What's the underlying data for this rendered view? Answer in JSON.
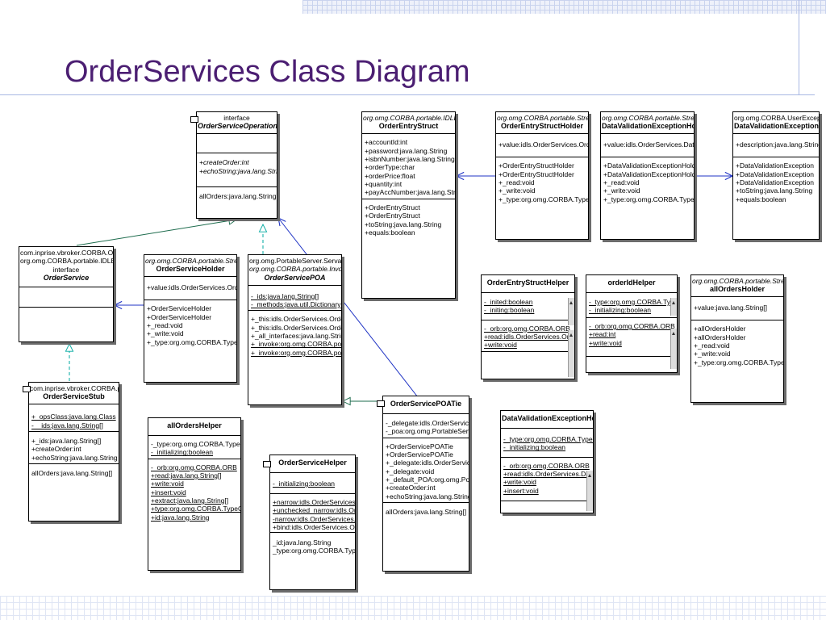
{
  "slide": {
    "title": "OrderServices Class Diagram"
  },
  "classes": {
    "ops": {
      "stereotypes": [
        "interface"
      ],
      "name": "OrderServiceOperations",
      "sections": [
        [],
        [
          "+createOrder:int",
          "+echoString:java.lang.String"
        ],
        [
          "allOrders:java.lang.String[]"
        ]
      ]
    },
    "entry": {
      "stereotypes": [
        "org.omg.CORBA.portable.IDLEntity"
      ],
      "name": "OrderEntryStruct",
      "sections": [
        [
          "+accountId:int",
          "+password:java.lang.String",
          "+isbnNumber:java.lang.String",
          "+orderType:char",
          "+orderPrice:float",
          "+quantity:int",
          "+payAccNumber:java.lang.String"
        ],
        [
          "+OrderEntryStruct",
          "+OrderEntryStruct",
          "+toString:java.lang.String",
          "+equals:boolean"
        ]
      ]
    },
    "entryHolder": {
      "stereotypes": [
        "org.omg.CORBA.portable.Streamable"
      ],
      "name": "OrderEntryStructHolder",
      "sections": [
        [
          "+value:idls.OrderServices.OrderEntryStruct"
        ],
        [
          "+OrderEntryStructHolder",
          "+OrderEntryStructHolder",
          "+_read:void",
          "+_write:void",
          "+_type:org.omg.CORBA.TypeCode"
        ]
      ]
    },
    "dveHolder": {
      "stereotypes": [
        "org.omg.CORBA.portable.Streamable"
      ],
      "name": "DataValidationExceptionHolder",
      "sections": [
        [
          "+value:idls.OrderServices.DataValidationException"
        ],
        [
          "+DataValidationExceptionHolder",
          "+DataValidationExceptionHolder",
          "+_read:void",
          "+_write:void",
          "+_type:org.omg.CORBA.TypeCode"
        ]
      ]
    },
    "dve": {
      "stereotypes": [
        "org.omg.CORBA.UserException"
      ],
      "name": "DataValidationException",
      "sections": [
        [
          "+description:java.lang.String"
        ],
        [
          "+DataValidationException",
          "+DataValidationException",
          "+DataValidationException",
          "+toString:java.lang.String",
          "+equals:boolean"
        ]
      ]
    },
    "svc": {
      "stereotypes": [
        "com.inprise.vbroker.CORBA.Object",
        "org.omg.CORBA.portable.IDLEntity",
        "interface"
      ],
      "name": "OrderService",
      "sections": [
        [],
        []
      ]
    },
    "svcHolder": {
      "stereotypes": [
        "org.omg.CORBA.portable.Streamable"
      ],
      "name": "OrderServiceHolder",
      "sections": [
        [
          "+value:idls.OrderServices.OrderService"
        ],
        [
          "+OrderServiceHolder",
          "+OrderServiceHolder",
          "+_read:void",
          "+_write:void",
          "+_type:org.omg.CORBA.TypeCode"
        ]
      ]
    },
    "poa": {
      "stereotypes": [
        "org.omg.PortableServer.Servant",
        "org.omg.CORBA.portable.InvokeHandler"
      ],
      "name": "OrderServicePOA",
      "sections": [
        [
          "-_ids:java.lang.String[]",
          "-_methods:java.util.Dictionary"
        ],
        [
          "+_this:idls.OrderServices.OrderService",
          "+_this:idls.OrderServices.OrderService",
          "+_all_interfaces:java.lang.String[]",
          "+_invoke:org.omg.CORBA.portable.OutputStream",
          "+_invoke:org.omg.CORBA.portable.OutputStream"
        ]
      ]
    },
    "stub": {
      "stereotypes": [
        "com.inprise.vbroker.CORBA.portable.ObjectImpl"
      ],
      "name": "OrderServiceStub",
      "sections": [
        [
          "+_opsClass:java.lang.Class",
          "-__ids:java.lang.String[]"
        ],
        [
          "+_ids:java.lang.String[]",
          "+createOrder:int",
          "+echoString:java.lang.String"
        ],
        [
          "allOrders:java.lang.String[]"
        ]
      ]
    },
    "allOrdersHelper": {
      "stereotypes": [],
      "name": "allOrdersHelper",
      "sections": [
        [
          "-_type:org.omg.CORBA.TypeCode",
          "-_initializing:boolean"
        ],
        [
          "-_orb:org.omg.CORBA.ORB",
          "+read:java.lang.String[]",
          "+write:void",
          "+insert:void",
          "+extract:java.lang.String[]",
          "+type:org.omg.CORBA.TypeCode",
          "+id:java.lang.String"
        ]
      ]
    },
    "svcHelper": {
      "stereotypes": [],
      "name": "OrderServiceHelper",
      "sections": [
        [
          "-_initializing:boolean"
        ],
        [
          "+narrow:idls.OrderServices.OrderService",
          "+unchecked_narrow:idls.OrderServices.OrderService",
          "-narrow:idls.OrderServices.OrderService",
          "+bind:idls.OrderServices.OrderService"
        ],
        [
          "_id:java.lang.String",
          "_type:org.omg.CORBA.TypeCode"
        ]
      ]
    },
    "tie": {
      "stereotypes": [],
      "name": "OrderServicePOATie",
      "sections": [
        [
          "-_delegate:idls.OrderServices.OrderServiceOperations",
          "-_poa:org.omg.PortableServer.POA"
        ],
        [
          "+OrderServicePOATie",
          "+OrderServicePOATie",
          "+_delegate:idls.OrderServices.OrderServiceOperations",
          "+_delegate:void",
          "+_default_POA:org.omg.PortableServer.POA",
          "+createOrder:int",
          "+echoString:java.lang.String"
        ],
        [
          "allOrders:java.lang.String[]"
        ]
      ]
    },
    "entryHelper": {
      "stereotypes": [],
      "name": "OrderEntryStructHelper",
      "sections": [
        [
          "-_inited:boolean",
          "-_initing:boolean"
        ],
        [
          "-_orb:org.omg.CORBA.ORB",
          "+read:idls.OrderServices.OrderEntryStruct",
          "+write:void"
        ]
      ]
    },
    "orderIdHelper": {
      "stereotypes": [],
      "name": "orderIdHelper",
      "sections": [
        [
          "-_type:org.omg.CORBA.TypeCode",
          "-_initializing:boolean"
        ],
        [
          "-_orb:org.omg.CORBA.ORB",
          "+read:int",
          "+write:void"
        ]
      ]
    },
    "allOrdersHolder": {
      "stereotypes": [
        "org.omg.CORBA.portable.Streamable"
      ],
      "name": "allOrdersHolder",
      "sections": [
        [
          "+value:java.lang.String[]"
        ],
        [
          "+allOrdersHolder",
          "+allOrdersHolder",
          "+_read:void",
          "+_write:void",
          "+_type:org.omg.CORBA.TypeCode"
        ]
      ]
    },
    "dveHelper": {
      "stereotypes": [],
      "name": "DataValidationExceptionHelper",
      "sections": [
        [
          "-_type:org.omg.CORBA.TypeCode",
          "-_initializing:boolean"
        ],
        [
          "-_orb:org.omg.CORBA.ORB",
          "+read:idls.OrderServices.DataValidationException",
          "+write:void",
          "+insert:void"
        ]
      ]
    }
  }
}
